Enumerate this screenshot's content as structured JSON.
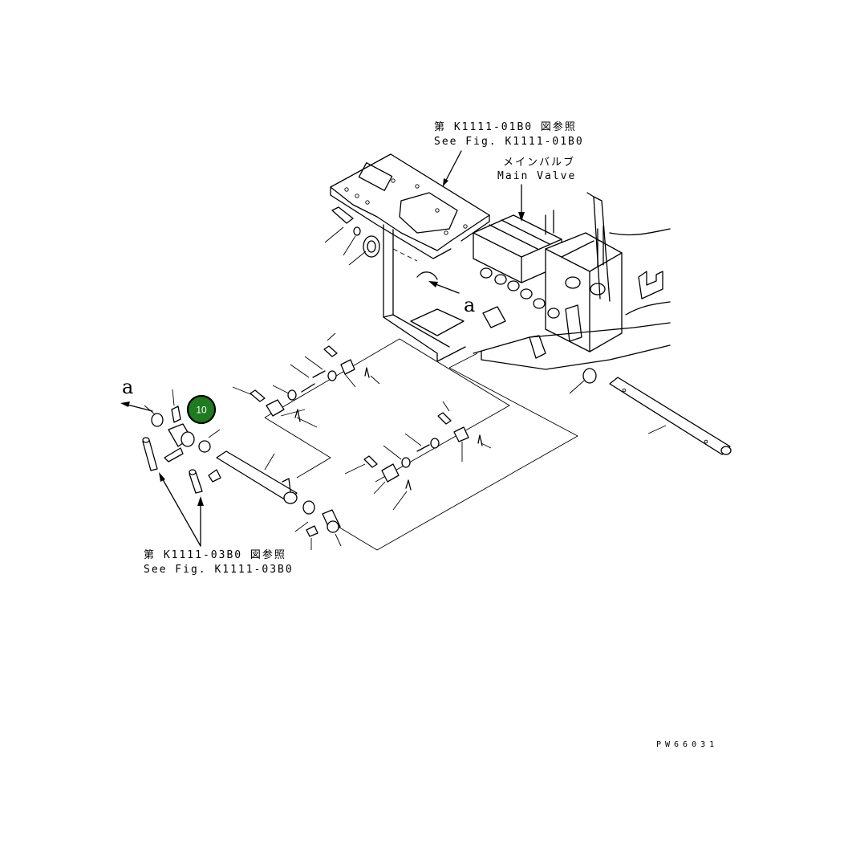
{
  "labels": {
    "ref_top_jp": "第 K1111-01B0 図参照",
    "ref_top_en": "See Fig. K1111-01B0",
    "main_valve_jp": "メインバルブ",
    "main_valve_en": "Main Valve",
    "ref_bottom_jp": "第 K1111-03B0 図参照",
    "ref_bottom_en": "See Fig. K1111-03B0",
    "view_a_left": "a",
    "view_a_center": "a",
    "drawing_code": "PW66031"
  },
  "callout": {
    "number": "10",
    "color": "#1e7b1e",
    "border_color": "#000000"
  },
  "colors": {
    "line": "#000000",
    "background": "#ffffff"
  }
}
